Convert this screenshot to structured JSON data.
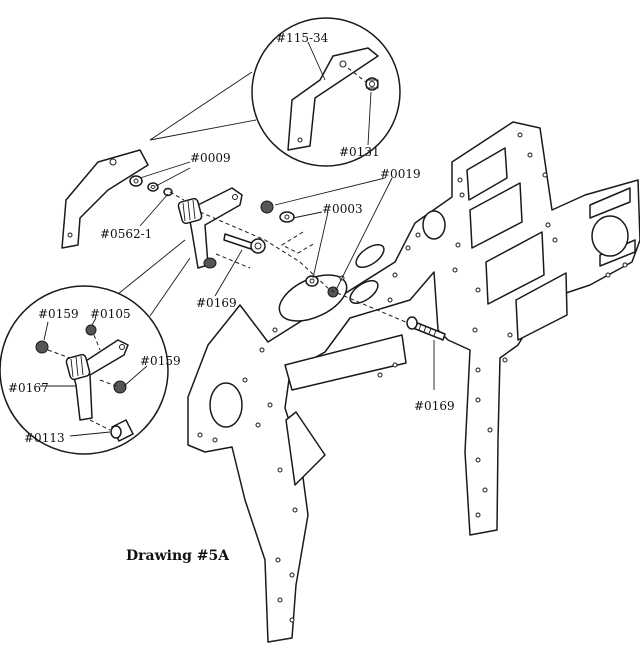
{
  "drawing": {
    "title": "Drawing #5A",
    "labels": {
      "p115_34": "#115-34",
      "p0131": "#0131",
      "p0009": "#0009",
      "p0019": "#0019",
      "p0003": "#0003",
      "p0562_1": "#0562-1",
      "p0169_a": "#0169",
      "p0169_b": "#0169",
      "p0159_a": "#0159",
      "p0105": "#0105",
      "p0159_b": "#0159",
      "p0167": "#0167",
      "p0113": "#0113"
    }
  }
}
